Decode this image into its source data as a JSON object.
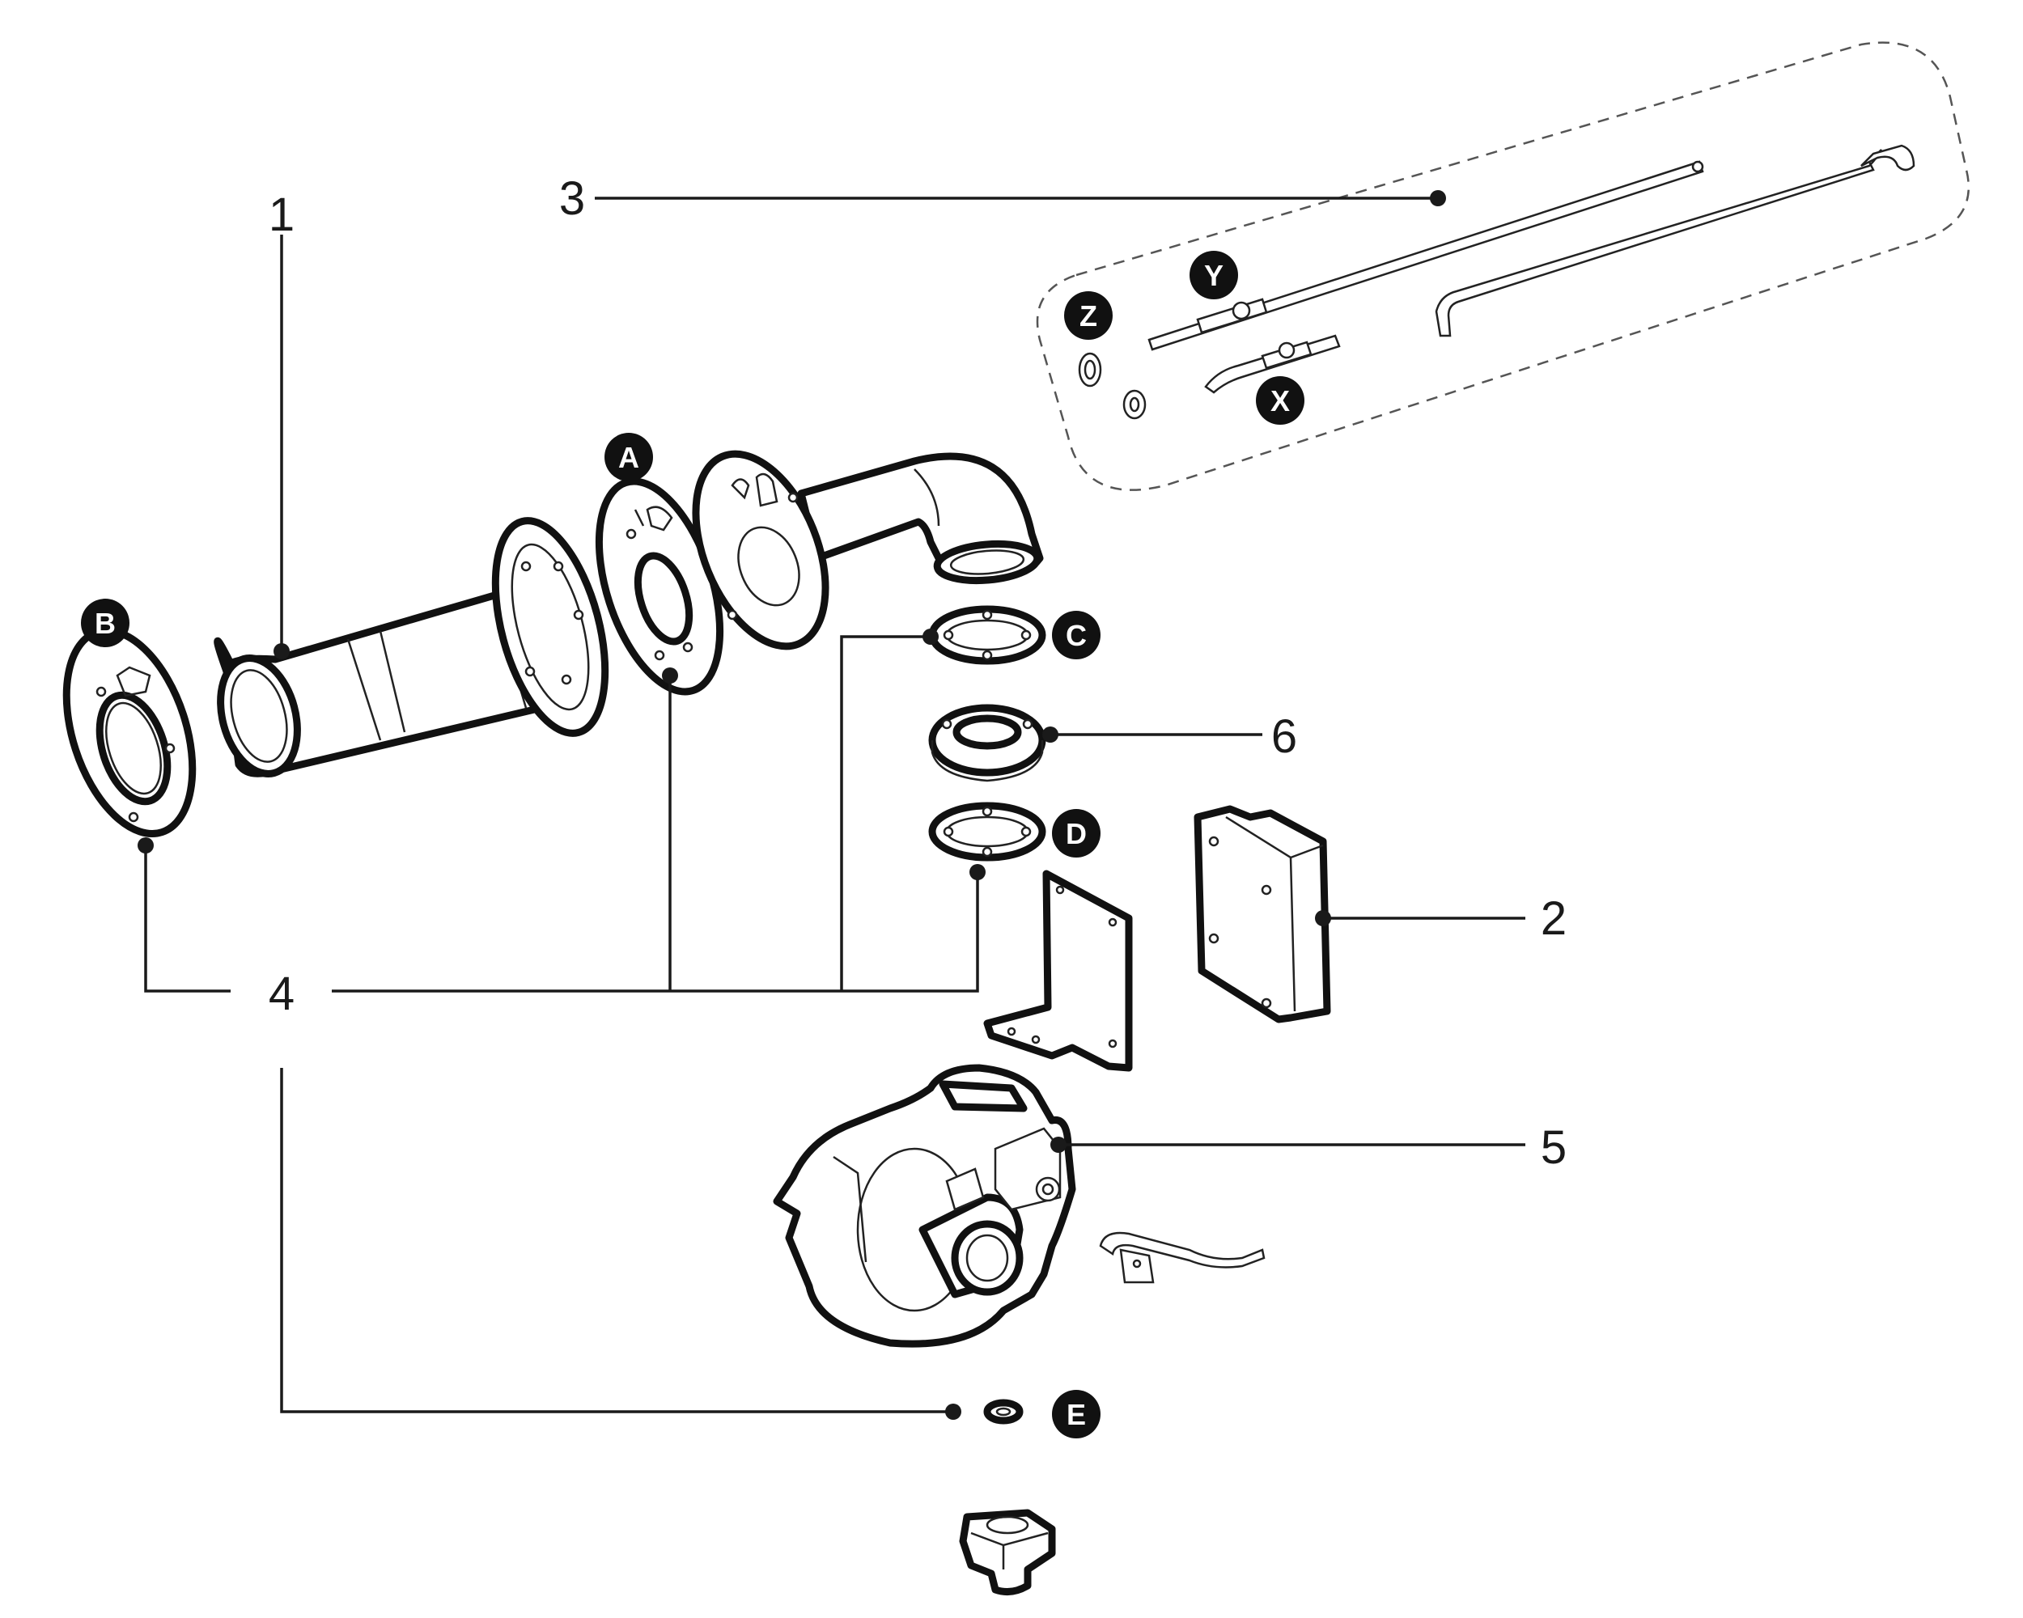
{
  "diagram": {
    "type": "exploded-parts-diagram",
    "colors": {
      "ink": "#1a1a1a",
      "badge": "#111111",
      "background": "#ffffff"
    },
    "callouts": [
      {
        "id": "callout-1",
        "text": "1"
      },
      {
        "id": "callout-2",
        "text": "2"
      },
      {
        "id": "callout-3",
        "text": "3"
      },
      {
        "id": "callout-4",
        "text": "4"
      },
      {
        "id": "callout-5",
        "text": "5"
      },
      {
        "id": "callout-6",
        "text": "6"
      }
    ],
    "badges": [
      {
        "id": "badge-a",
        "text": "A"
      },
      {
        "id": "badge-b",
        "text": "B"
      },
      {
        "id": "badge-c",
        "text": "C"
      },
      {
        "id": "badge-d",
        "text": "D"
      },
      {
        "id": "badge-e",
        "text": "E"
      },
      {
        "id": "badge-x",
        "text": "X"
      },
      {
        "id": "badge-y",
        "text": "Y"
      },
      {
        "id": "badge-z",
        "text": "Z"
      }
    ]
  }
}
